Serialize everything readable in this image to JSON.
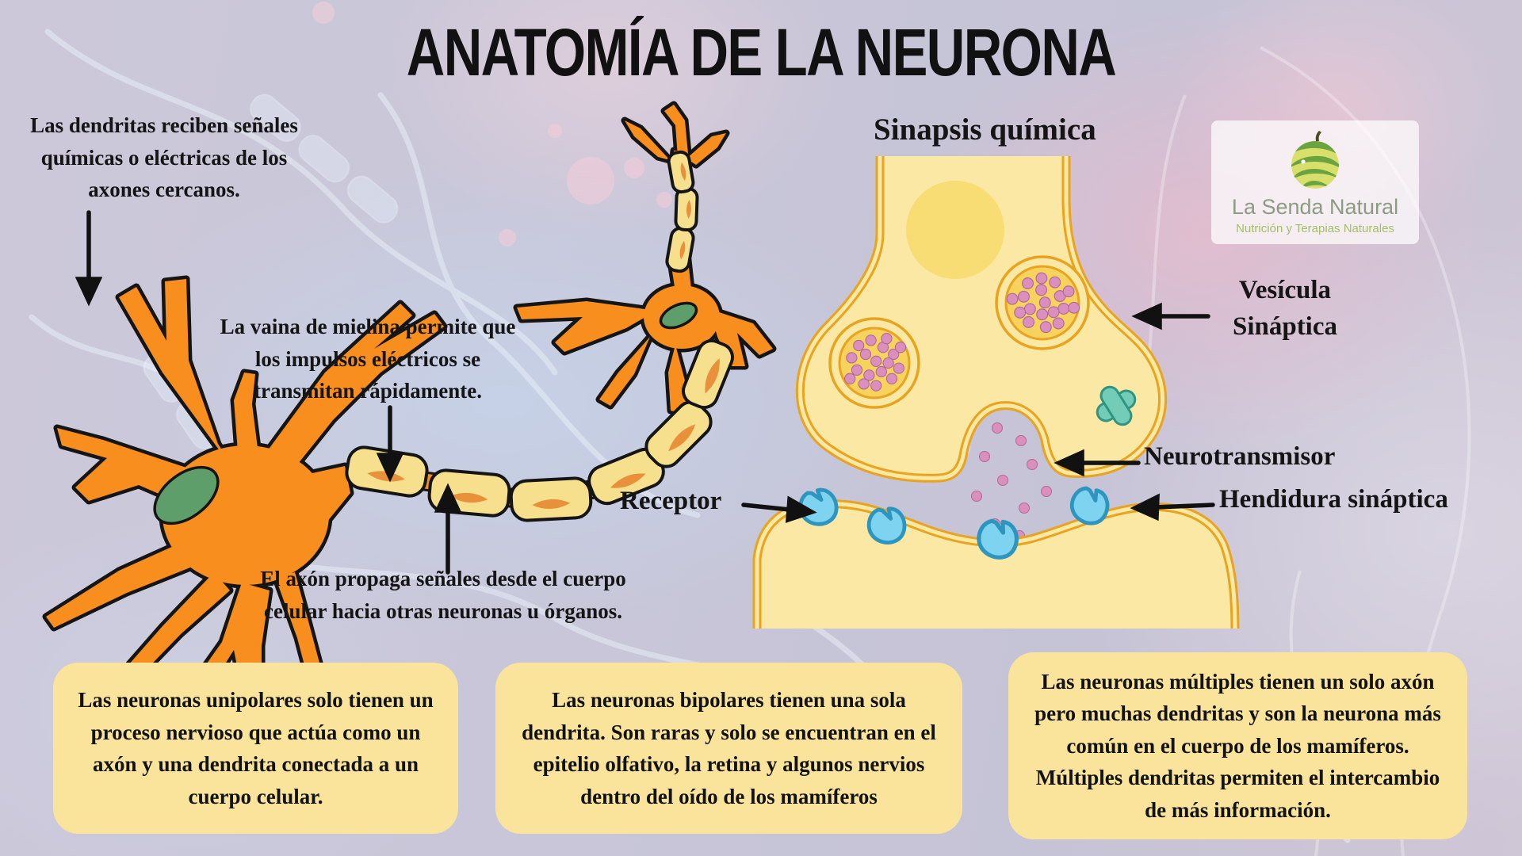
{
  "title": "ANATOMÍA DE LA NEURONA",
  "labels": {
    "dendrites": "Las dendritas reciben señales químicas o eléctricas de los axones cercanos.",
    "myelin": "La vaina de mielina  permite que los impulsos eléctricos se transmitan rápidamente.",
    "axon": "El axón propaga señales desde el cuerpo celular hacia otras neuronas u órganos."
  },
  "synapse": {
    "heading": "Sinapsis química",
    "vesicle_line1": "Vesícula",
    "vesicle_line2": "Sináptica",
    "neurotransmitter": "Neurotransmisor",
    "receptor": "Receptor",
    "cleft": "Hendidura sináptica"
  },
  "logo": {
    "name": "La Senda Natural",
    "tagline": "Nutrición y Terapias Naturales"
  },
  "info_boxes": [
    {
      "text": "Las neuronas unipolares solo tienen un proceso nervioso que actúa como un axón y una dendrita conectada a un cuerpo celular."
    },
    {
      "text": "Las neuronas bipolares tienen una sola dendrita. Son raras y solo se encuentran en el epitelio olfativo, la retina y algunos nervios dentro del oído de los mamíferos"
    },
    {
      "text": "Las neuronas múltiples tienen un solo axón pero muchas dendritas y son la neurona más común en el cuerpo de los mamíferos. Múltiples dendritas permiten el intercambio de más información."
    }
  ],
  "colors": {
    "background": "#c9c6d8",
    "info_box_fill": "#fae49c",
    "neuron_orange": "#f78e1e",
    "myelin_yellow": "#f6df8d",
    "myelin_crescent": "#e8913a",
    "nucleus_green": "#5e9e6b",
    "synapse_fill": "#fbe8a4",
    "synapse_outline": "#e8a31f",
    "vesicle_inner": "#f7d35e",
    "neurotransmitter_pink": "#db8fbe",
    "receptor_blue": "#7ed3f0",
    "receptor_outline": "#2e96be",
    "protein_teal": "#72ccb8",
    "text": "#151515",
    "logo_name_color": "#8d9b85",
    "logo_tagline_color": "#a3bf62"
  }
}
